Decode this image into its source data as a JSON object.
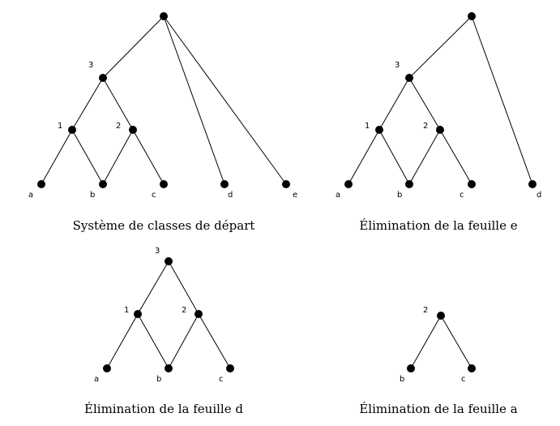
{
  "panels": [
    {
      "caption": "Système de classes de départ",
      "nodes": [
        {
          "id": "root",
          "label": ""
        },
        {
          "id": "n3",
          "label": "3"
        },
        {
          "id": "n1",
          "label": "1"
        },
        {
          "id": "n2",
          "label": "2"
        },
        {
          "id": "a",
          "label": "a"
        },
        {
          "id": "b",
          "label": "b"
        },
        {
          "id": "c",
          "label": "c"
        },
        {
          "id": "d",
          "label": "d"
        },
        {
          "id": "e",
          "label": "e"
        }
      ],
      "edges": [
        [
          "root",
          "n3"
        ],
        [
          "root",
          "d"
        ],
        [
          "root",
          "e"
        ],
        [
          "n3",
          "n1"
        ],
        [
          "n3",
          "n2"
        ],
        [
          "n1",
          "a"
        ],
        [
          "n1",
          "b"
        ],
        [
          "n2",
          "b"
        ],
        [
          "n2",
          "c"
        ]
      ]
    },
    {
      "caption": "Élimination de la feuille e",
      "nodes": [
        {
          "id": "root",
          "label": ""
        },
        {
          "id": "n3",
          "label": "3"
        },
        {
          "id": "n1",
          "label": "1"
        },
        {
          "id": "n2",
          "label": "2"
        },
        {
          "id": "a",
          "label": "a"
        },
        {
          "id": "b",
          "label": "b"
        },
        {
          "id": "c",
          "label": "c"
        },
        {
          "id": "d",
          "label": "d"
        }
      ],
      "edges": [
        [
          "root",
          "n3"
        ],
        [
          "root",
          "d"
        ],
        [
          "n3",
          "n1"
        ],
        [
          "n3",
          "n2"
        ],
        [
          "n1",
          "a"
        ],
        [
          "n1",
          "b"
        ],
        [
          "n2",
          "b"
        ],
        [
          "n2",
          "c"
        ]
      ]
    },
    {
      "caption": "Élimination de la feuille d",
      "nodes": [
        {
          "id": "n3",
          "label": "3"
        },
        {
          "id": "n1",
          "label": "1"
        },
        {
          "id": "n2",
          "label": "2"
        },
        {
          "id": "a",
          "label": "a"
        },
        {
          "id": "b",
          "label": "b"
        },
        {
          "id": "c",
          "label": "c"
        }
      ],
      "edges": [
        [
          "n3",
          "n1"
        ],
        [
          "n3",
          "n2"
        ],
        [
          "n1",
          "a"
        ],
        [
          "n1",
          "b"
        ],
        [
          "n2",
          "b"
        ],
        [
          "n2",
          "c"
        ]
      ]
    },
    {
      "caption": "Élimination de la feuille a",
      "nodes": [
        {
          "id": "n2",
          "label": "2"
        },
        {
          "id": "b",
          "label": "b"
        },
        {
          "id": "c",
          "label": "c"
        }
      ],
      "edges": [
        [
          "n2",
          "b"
        ],
        [
          "n2",
          "c"
        ]
      ]
    }
  ]
}
